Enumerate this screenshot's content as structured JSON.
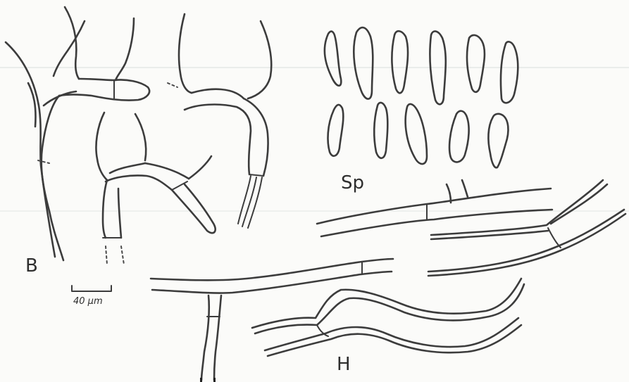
{
  "figure": {
    "labels": {
      "panel_b": "B",
      "panel_sp": "Sp",
      "panel_h": "H",
      "scale_bar": "40 μm"
    },
    "colors": {
      "ink": "#3c3c3c",
      "paper": "#fbfbf9"
    }
  }
}
